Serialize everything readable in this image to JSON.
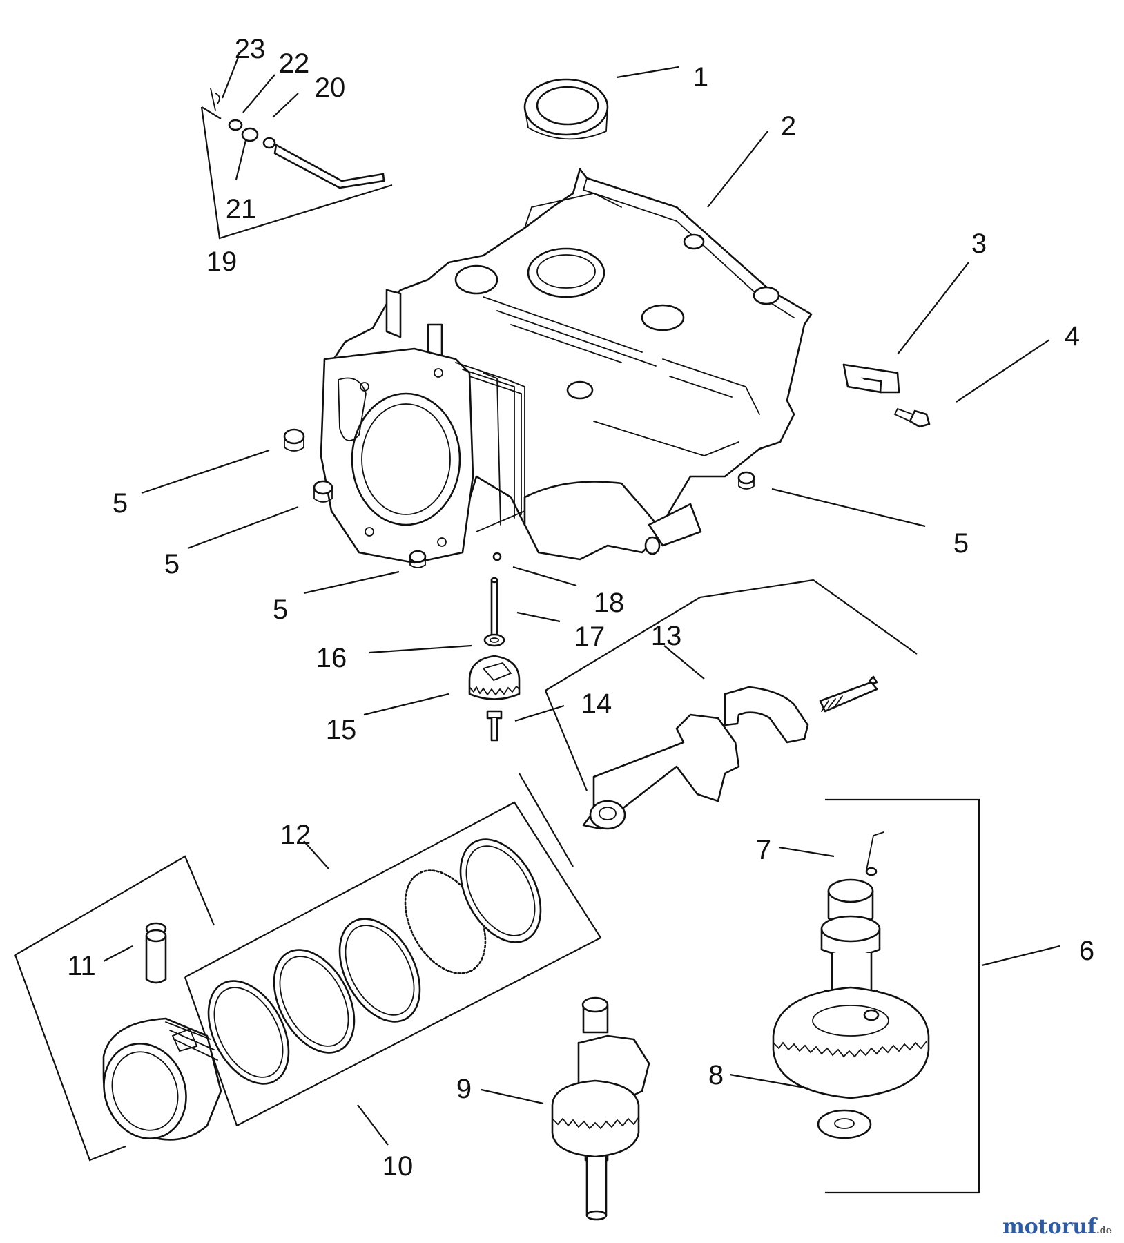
{
  "callouts": {
    "c1": "1",
    "c2": "2",
    "c3": "3",
    "c4": "4",
    "c5a": "5",
    "c5b": "5",
    "c5c": "5",
    "c5d": "5",
    "c6": "6",
    "c7": "7",
    "c8": "8",
    "c9": "9",
    "c10": "10",
    "c11": "11",
    "c12": "12",
    "c13": "13",
    "c14": "14",
    "c15": "15",
    "c16": "16",
    "c17": "17",
    "c18": "18",
    "c19": "19",
    "c20": "20",
    "c21": "21",
    "c22": "22",
    "c23": "23"
  },
  "watermark": {
    "brand": "motoruf",
    "tld": ".de"
  },
  "colors": {
    "line": "#111111",
    "background": "#ffffff",
    "watermark_blue": "#2b5aa6",
    "watermark_red": "#d4302b",
    "watermark_green": "#3a8a3a"
  }
}
